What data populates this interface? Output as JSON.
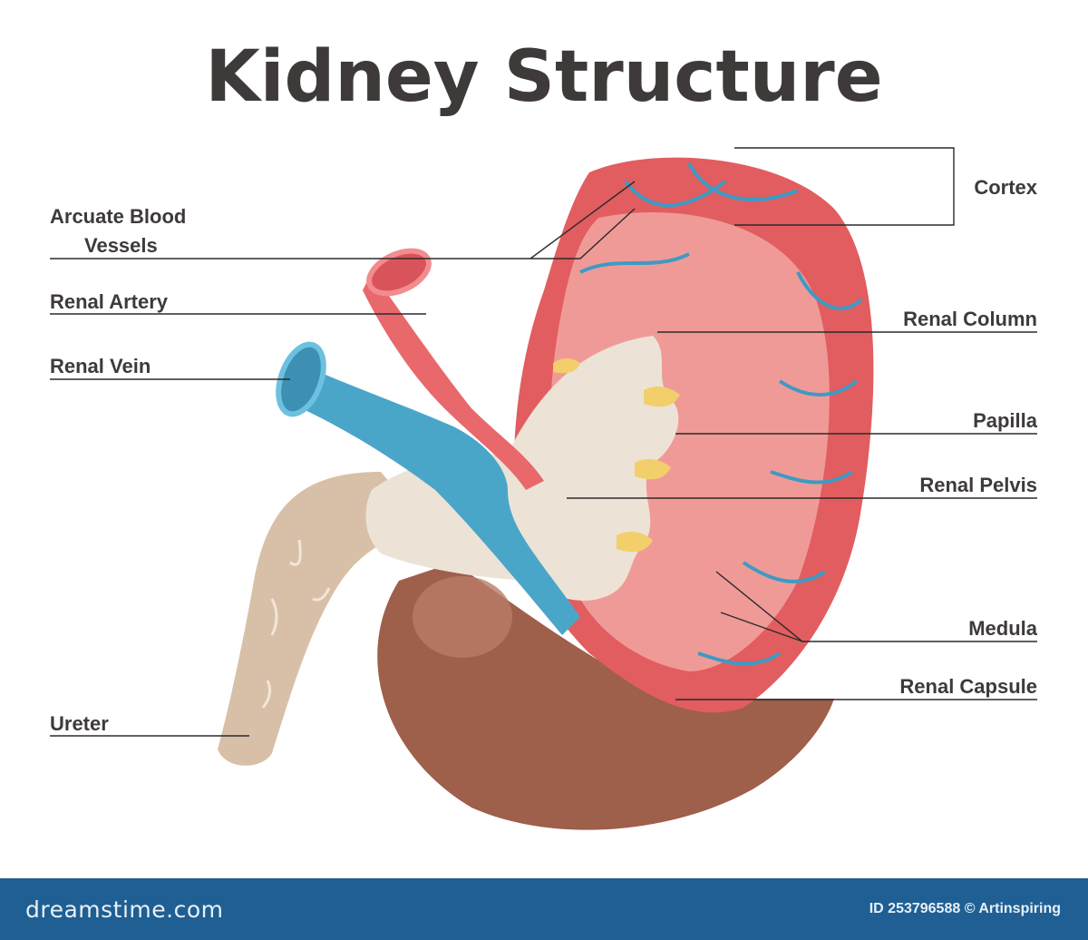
{
  "title": "Kidney Structure",
  "labels": {
    "arcuate_line1": "Arcuate Blood",
    "arcuate_line2": "Vessels",
    "renal_artery": "Renal Artery",
    "renal_vein": "Renal Vein",
    "ureter": "Ureter",
    "cortex": "Cortex",
    "renal_column": "Renal Column",
    "papilla": "Papilla",
    "renal_pelvis": "Renal Pelvis",
    "medula": "Medula",
    "renal_capsule": "Renal Capsule"
  },
  "footer": {
    "brand": "dreamstime.com",
    "id_text": "ID 253796588 © Artinspiring"
  },
  "colors": {
    "cortex": "#e25d60",
    "medulla": "#f09a98",
    "artery": "#e8686c",
    "vein": "#4aa6c9",
    "pelvis": "#ece3d6",
    "ureter": "#d8c0a8",
    "capsule_brown": "#9e5f4b",
    "footer": "#1f5f93"
  }
}
